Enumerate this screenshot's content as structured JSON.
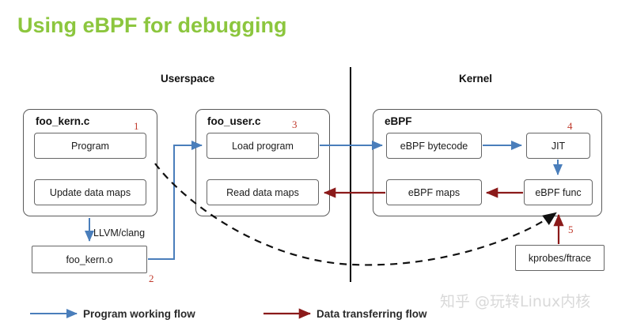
{
  "title": "Using eBPF for debugging",
  "sections": {
    "userspace": "Userspace",
    "kernel": "Kernel"
  },
  "groups": {
    "foo_kern_c": {
      "title": "foo_kern.c",
      "step": "1",
      "items": [
        "Program",
        "Update data maps"
      ]
    },
    "foo_user_c": {
      "title": "foo_user.c",
      "step": "3",
      "items": [
        "Load program",
        "Read data maps"
      ]
    },
    "ebpf": {
      "title": "eBPF",
      "items": [
        "eBPF bytecode",
        "JIT",
        "eBPF maps",
        "eBPF func"
      ],
      "jit_step": "4"
    }
  },
  "standalone": {
    "foo_kern_o": {
      "label": "foo_kern.o",
      "step": "2"
    },
    "kprobes": {
      "label": "kprobes/ftrace",
      "step": "5"
    }
  },
  "edges": {
    "llvm_clang": "LLVM/clang"
  },
  "legend": {
    "blue": "Program working flow",
    "red": "Data transferring flow"
  },
  "watermark": "知乎 @玩转Linux内核",
  "colors": {
    "title_green": "#8CC63E",
    "flow_blue": "#4A7EBB",
    "flow_red": "#8B1A1A",
    "step_red": "#C0392B",
    "box_border": "#666666"
  }
}
